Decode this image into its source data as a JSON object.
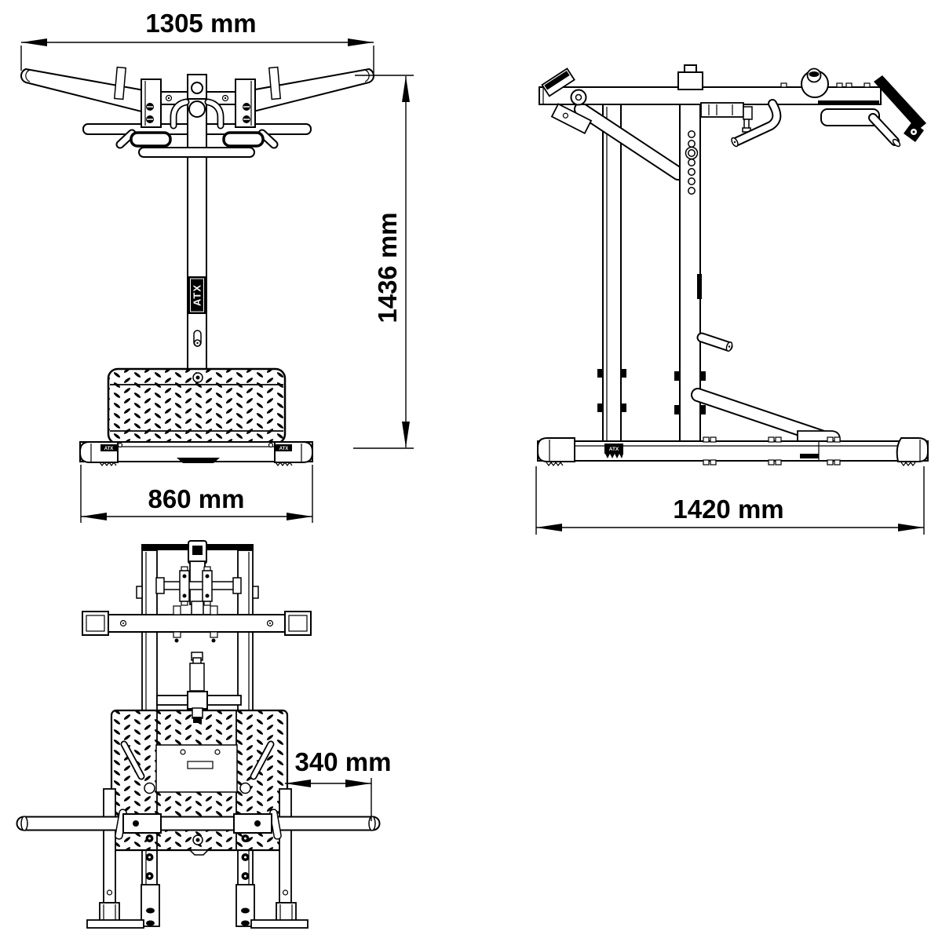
{
  "page": {
    "background": "#ffffff",
    "line_color": "#000000"
  },
  "brand": {
    "logo": "ATX"
  },
  "dimensions": {
    "front_width": "1305 mm",
    "front_height": "1436 mm",
    "front_base_width": "860 mm",
    "side_depth": "1420 mm",
    "top_foot_bar_offset": "340 mm"
  }
}
